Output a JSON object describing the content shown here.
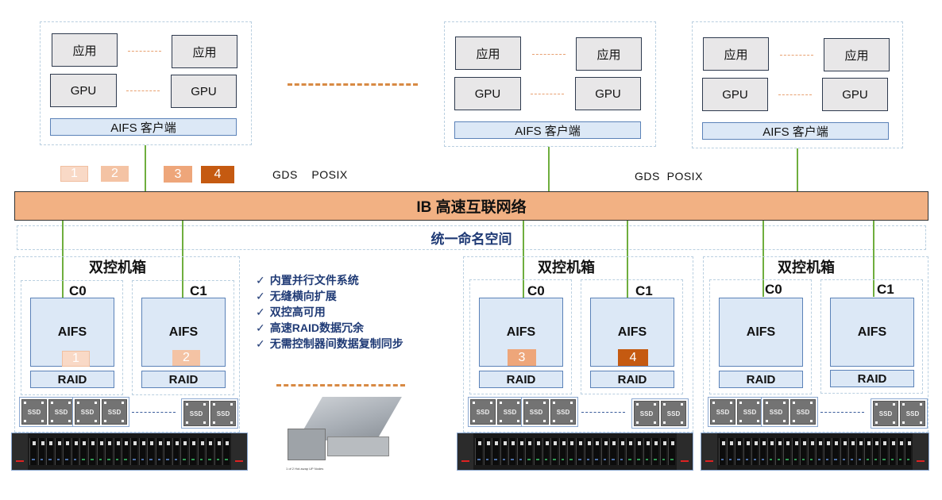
{
  "colors": {
    "ib_bar": "#f2b183",
    "badge_1": "#f9d9c6",
    "badge_2": "#f4c3a4",
    "badge_3": "#eea67a",
    "badge_4": "#c55a11",
    "link_green": "#6fae3e",
    "client_blue": "#dce8f6",
    "namespace_text": "#1f3a75"
  },
  "clients": [
    {
      "app_left": "应用",
      "app_right": "应用",
      "gpu_left": "GPU",
      "gpu_right": "GPU",
      "client_bar": "AIFS 客户端"
    },
    {
      "app_left": "应用",
      "app_right": "应用",
      "gpu_left": "GPU",
      "gpu_right": "GPU",
      "client_bar": "AIFS 客户端"
    },
    {
      "app_left": "应用",
      "app_right": "应用",
      "gpu_left": "GPU",
      "gpu_right": "GPU",
      "client_bar": "AIFS 客户端"
    }
  ],
  "legend_badges": [
    "1",
    "2",
    "3",
    "4"
  ],
  "protocols": {
    "left": "GDS    POSIX",
    "right": "GDS  POSIX"
  },
  "network": {
    "label": "IB 高速互联网络"
  },
  "namespace": {
    "label": "统一命名空间"
  },
  "chassis": [
    {
      "title": "双控机箱",
      "controllers": [
        {
          "label": "C0",
          "fs": "AIFS",
          "badge": "1",
          "raid": "RAID"
        },
        {
          "label": "C1",
          "fs": "AIFS",
          "badge": "2",
          "raid": "RAID"
        }
      ]
    },
    {
      "title": "双控机箱",
      "controllers": [
        {
          "label": "C0",
          "fs": "AIFS",
          "badge": "3",
          "raid": "RAID"
        },
        {
          "label": "C1",
          "fs": "AIFS",
          "badge": "4",
          "raid": "RAID"
        }
      ]
    },
    {
      "title": "双控机箱",
      "controllers": [
        {
          "label": "C0",
          "fs": "AIFS",
          "badge": "",
          "raid": "RAID"
        },
        {
          "label": "C1",
          "fs": "AIFS",
          "badge": "",
          "raid": "RAID"
        }
      ]
    }
  ],
  "ssd_label": "SSD",
  "features": [
    "内置并行文件系统",
    "无缝横向扩展",
    "双控高可用",
    "高速RAID数据冗余",
    "无需控制器间数据复制同步"
  ],
  "check_glyph": "✓",
  "server_caption": "1 of 2 Hot-swap UP Nodes"
}
